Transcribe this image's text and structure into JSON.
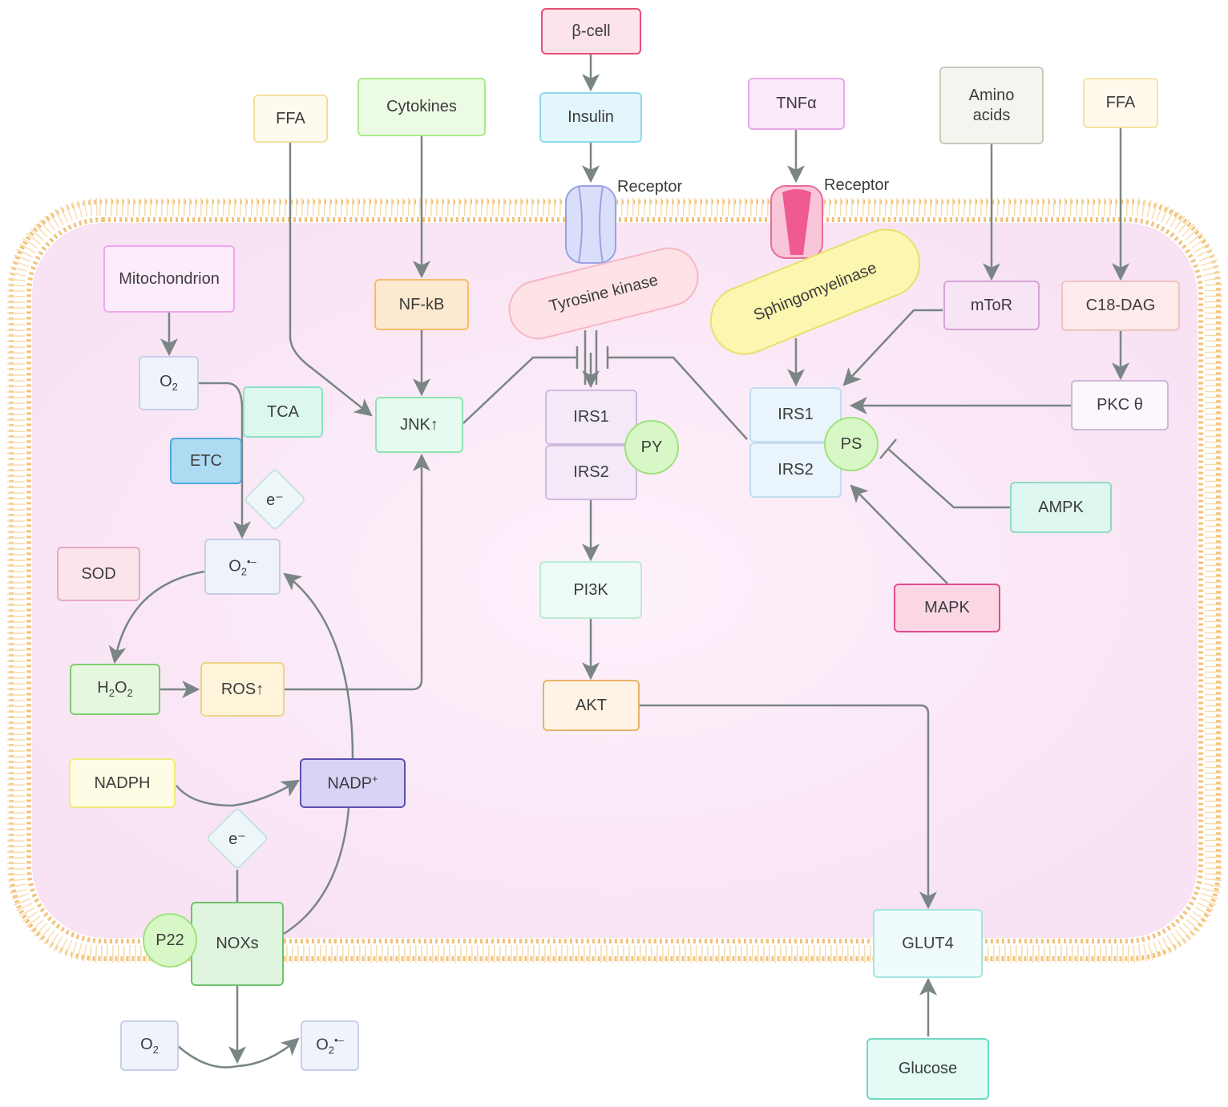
{
  "nodes": {
    "beta_cell": "β-cell",
    "insulin": "Insulin",
    "ffa_left": "FFA",
    "cytokines": "Cytokines",
    "tnfa": "TNFα",
    "amino_acids": "Amino acids",
    "ffa_right": "FFA",
    "receptor_insulin": "Receptor",
    "receptor_tnf": "Receptor",
    "tyrosine_kinase": "Tyrosine kinase",
    "sphingomyelinase": "Sphingomyelinase",
    "mitochondrion": "Mitochondrion",
    "nfkb": "NF-kB",
    "mtor": "mToR",
    "c18dag": "C18-DAG",
    "tca": "TCA",
    "etc": "ETC",
    "jnk": "JNK↑",
    "irs1_left": "IRS1",
    "irs2_left": "IRS2",
    "py": "PY",
    "irs1_right": "IRS1",
    "irs2_right": "IRS2",
    "ps": "PS",
    "pkc": "PKC θ",
    "ampk": "AMPK",
    "sod": "SOD",
    "pi3k": "PI3K",
    "mapk": "MAPK",
    "ros": "ROS↑",
    "akt": "AKT",
    "nadph": "NADPH",
    "p22": "P22",
    "noxs": "NOXs",
    "glut4": "GLUT4",
    "glucose": "Glucose",
    "e_upper": "e⁻",
    "e_lower": "e⁻"
  },
  "formulas": {
    "o2_top": {
      "base": "O",
      "sub": "2",
      "sup": ""
    },
    "superoxide_mid": {
      "base": "O",
      "sub": "2",
      "sup": "•–"
    },
    "h2o2": {
      "base": "H",
      "sub": "2",
      "mid": "O",
      "sub2": "2"
    },
    "nadp": {
      "base": "NADP",
      "sup": "+"
    },
    "o2_bottom": {
      "base": "O",
      "sub": "2",
      "sup": ""
    },
    "superoxide_bottom": {
      "base": "O",
      "sub": "2",
      "sup": "•–"
    }
  }
}
